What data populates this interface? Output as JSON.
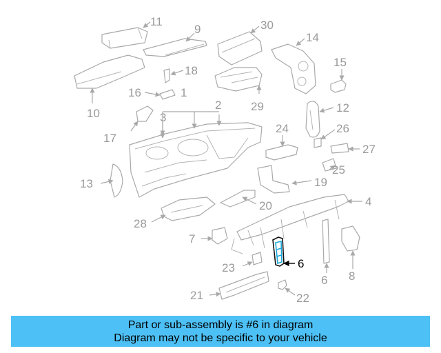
{
  "callouts": [
    "1",
    "2",
    "3",
    "4",
    "6",
    "7",
    "8",
    "9",
    "10",
    "11",
    "12",
    "13",
    "14",
    "15",
    "16",
    "17",
    "18",
    "19",
    "20",
    "21",
    "22",
    "23",
    "24",
    "25",
    "26",
    "27",
    "28",
    "29",
    "30"
  ],
  "highlighted_part": "6",
  "colors": {
    "banner": "#4dc0f5",
    "highlight_outline": "#1aa7d9",
    "part_line": "#a9a9a9"
  },
  "banner": {
    "line1": "Part or sub-assembly is #6 in diagram",
    "line2": "Diagram may not be specific to your vehicle"
  }
}
